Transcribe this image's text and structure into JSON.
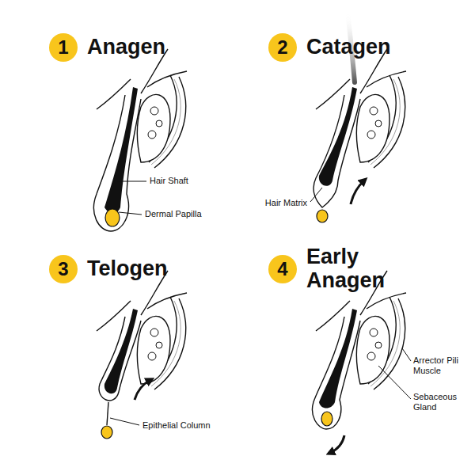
{
  "diagram": {
    "nodes": [
      {
        "text": [
          "1",
          "Anagen"
        ]
      },
      {
        "text": [
          "2",
          "Catagen"
        ]
      },
      {
        "text": [
          "3",
          "Telogen"
        ]
      },
      {
        "text": [
          "4",
          "Early Anagen"
        ]
      }
    ],
    "labels": [
      "Hair Shaft",
      "Dermal Papilla",
      "Hair Matrix",
      "Epithelial Column",
      "Arrector Pili Muscle",
      "Sebaceous Gland"
    ]
  }
}
